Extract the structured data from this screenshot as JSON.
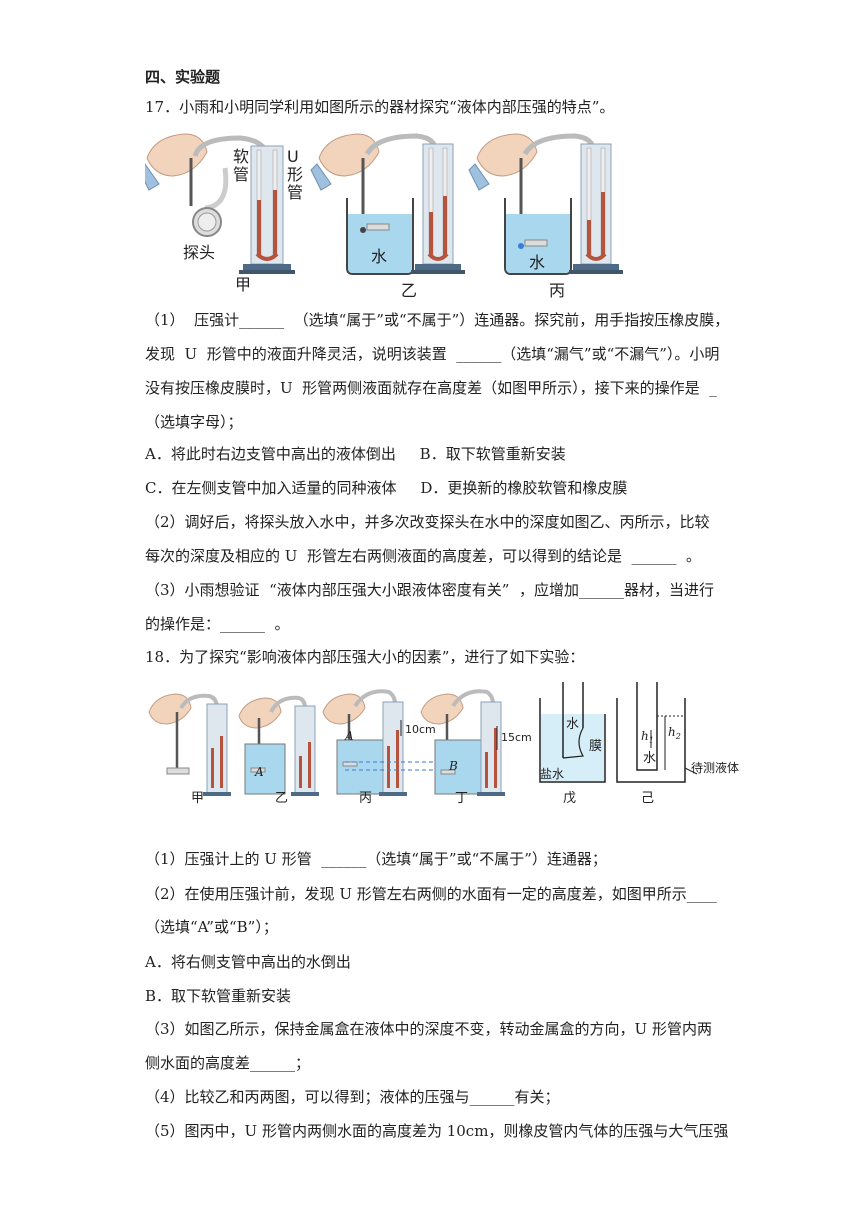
{
  "section": {
    "heading": "四、实验题"
  },
  "q17": {
    "stem": "17．小雨和小明同学利用如图所示的器材探究“液体内部压强的特点”。",
    "figure": {
      "labels": {
        "hose": "软\n管",
        "utube": "U\n形\n管",
        "probe": "探头",
        "water1": "水",
        "water2": "水"
      },
      "captions": [
        "甲",
        "乙",
        "丙"
      ]
    },
    "lines": [
      "（1）  压强计______  （选填“属于”或“不属于”）连通器。探究前，用手指按压橡皮膜，",
      "发现  U  形管中的液面升降灵活，说明该装置  ______（选填“漏气”或“不漏气”）。小明",
      "没有按压橡皮膜时，U  形管两侧液面就存在高度差（如图甲所示），接下来的操作是  _",
      "（选填字母）；",
      "A．将此时右边支管中高出的液体倒出     B．取下软管重新安装",
      "C．在左侧支管中加入适量的同种液体     D．更换新的橡胶软管和橡皮膜",
      "（2）调好后，将探头放入水中，并多次改变探头在水中的深度如图乙、丙所示，比较",
      "每次的深度及相应的 U  形管左右两侧液面的高度差，可以得到的结论是  ______  。",
      "（3）小雨想验证  “液体内部压强大小跟液体密度有关”  ，应增加______器材，当进行",
      "的操作是：______  。"
    ]
  },
  "q18": {
    "stem": "18．为了探究“影响液体内部压强大小的因素”，进行了如下实验：",
    "figure": {
      "captions": [
        "甲",
        "乙",
        "丙",
        "丁",
        "戊",
        "己"
      ],
      "labels": {
        "a1": "A",
        "a2": "A",
        "b": "B",
        "d10": "10cm",
        "d15": "15cm",
        "water": "水",
        "membrane": "膜",
        "brine": "盐水",
        "water2": "水",
        "h1": "h",
        "h1sub": "1",
        "h2": "h",
        "h2sub": "2",
        "liquid": "待测液体"
      }
    },
    "lines": [
      "（1）压强计上的 U 形管  ______（选填“属于”或“不属于”）连通器；",
      "（2）在使用压强计前，发现 U 形管左右两侧的水面有一定的高度差，如图甲所示____",
      "（选填“A”或“B”）；",
      "A．将右侧支管中高出的水倒出",
      "B．取下软管重新安装",
      "（3）如图乙所示，保持金属盒在液体中的深度不变，转动金属盒的方向，U 形管内两",
      "侧水面的高度差______；",
      "（4）比较乙和丙两图，可以得到；液体的压强与______有关；",
      "（5）图丙中，U 形管内两侧水面的高度差为 10cm，则橡皮管内气体的压强与大气压强"
    ]
  },
  "colors": {
    "water": "#a9d8ee",
    "liquid_red": "#b5533c",
    "stand": "#4d6b86",
    "hand": "#f2d4bd"
  }
}
